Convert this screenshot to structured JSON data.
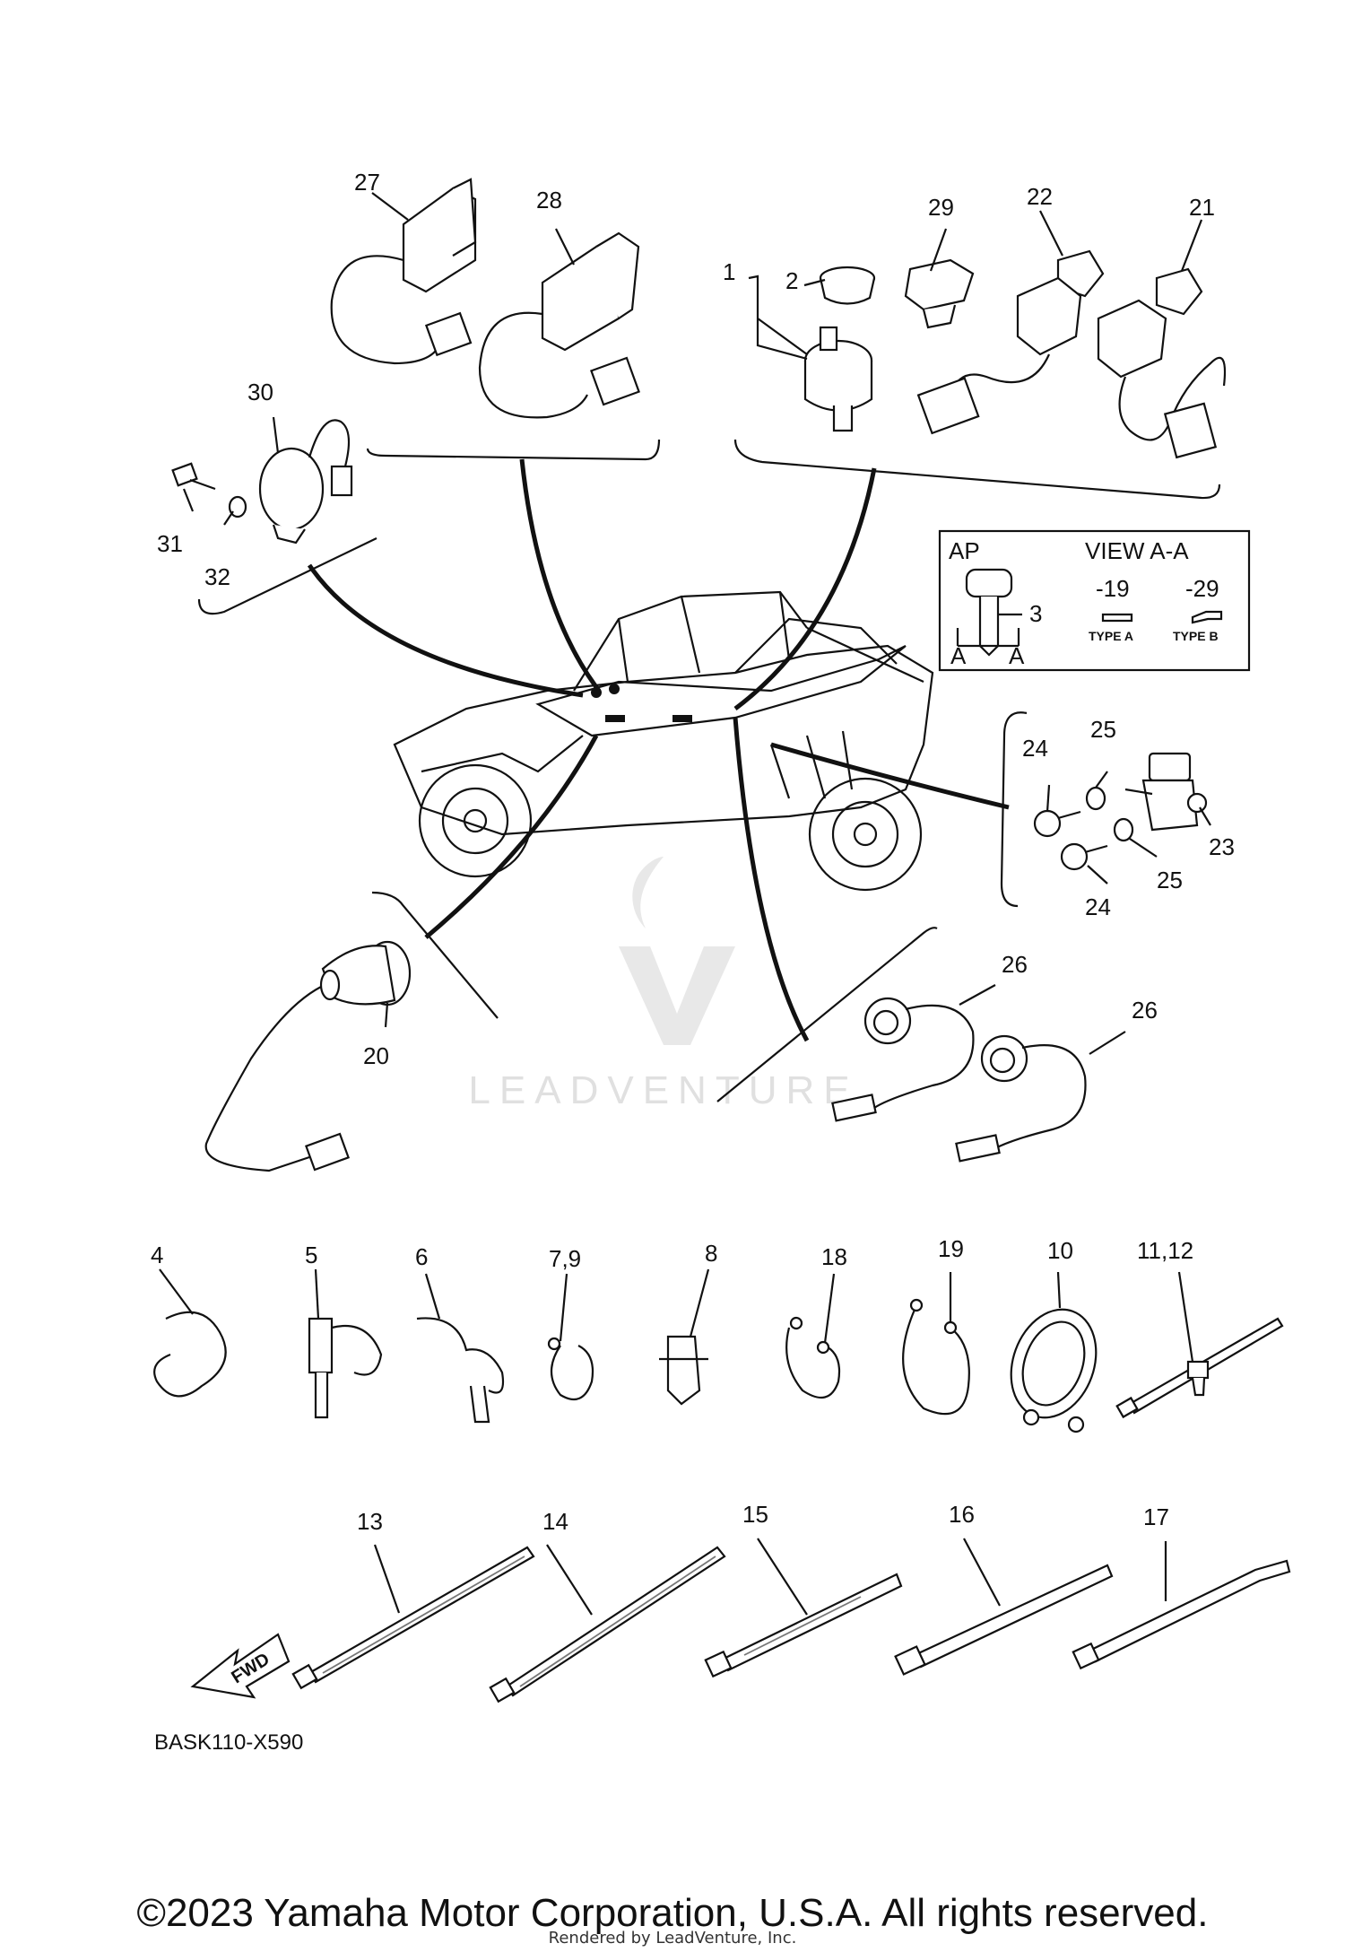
{
  "diagram": {
    "part_labels": [
      "1",
      "2",
      "3",
      "4",
      "5",
      "6",
      "7,9",
      "8",
      "10",
      "11,12",
      "13",
      "14",
      "15",
      "16",
      "17",
      "18",
      "19",
      "20",
      "21",
      "22",
      "23",
      "24",
      "24",
      "25",
      "25",
      "26",
      "26",
      "27",
      "28",
      "29",
      "30",
      "31",
      "32"
    ],
    "view_box": {
      "ap": "AP",
      "view": "VIEW A-A",
      "type_a_code": "-19",
      "type_b_code": "-29",
      "type_a": "TYPE A",
      "type_b": "TYPE B",
      "section_marker": "A"
    },
    "direction_arrow": "FWD",
    "diagram_code": "BASK110-X590",
    "watermark": "LEADVENTURE"
  },
  "footer": {
    "copyright": "©2023 Yamaha Motor Corporation, U.S.A. All rights reserved.",
    "rendered_by": "Rendered by LeadVenture, Inc."
  }
}
